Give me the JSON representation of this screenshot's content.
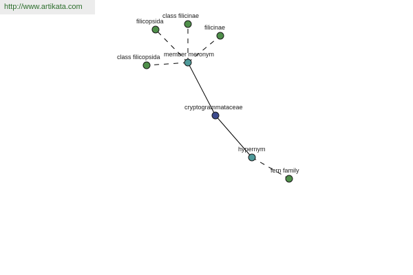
{
  "watermark": "http://www.artikata.com",
  "colors": {
    "leaf": "#4f8f4a",
    "relation": "#4f9a9a",
    "root": "#3c4a8c"
  },
  "nodes": [
    {
      "id": "filicopsida",
      "label": "filicopsida",
      "kind": "leaf"
    },
    {
      "id": "class-filicinae",
      "label": "class filicinae",
      "kind": "leaf"
    },
    {
      "id": "filicinae",
      "label": "filicinae",
      "kind": "leaf"
    },
    {
      "id": "class-filicopsida",
      "label": "class filicopsida",
      "kind": "leaf"
    },
    {
      "id": "member-meronym",
      "label": "member meronym",
      "kind": "relation"
    },
    {
      "id": "cryptogrammataceae",
      "label": "cryptogrammataceae",
      "kind": "root"
    },
    {
      "id": "hypernym",
      "label": "hypernym",
      "kind": "relation"
    },
    {
      "id": "fern-family",
      "label": "fern family",
      "kind": "leaf"
    }
  ],
  "edges": [
    {
      "from": "cryptogrammataceae",
      "to": "member-meronym",
      "style": "solid"
    },
    {
      "from": "cryptogrammataceae",
      "to": "hypernym",
      "style": "solid"
    },
    {
      "from": "member-meronym",
      "to": "filicopsida",
      "style": "dashed"
    },
    {
      "from": "member-meronym",
      "to": "class-filicinae",
      "style": "dashed"
    },
    {
      "from": "member-meronym",
      "to": "filicinae",
      "style": "dashed"
    },
    {
      "from": "member-meronym",
      "to": "class-filicopsida",
      "style": "dashed"
    },
    {
      "from": "hypernym",
      "to": "fern-family",
      "style": "dashed"
    }
  ]
}
